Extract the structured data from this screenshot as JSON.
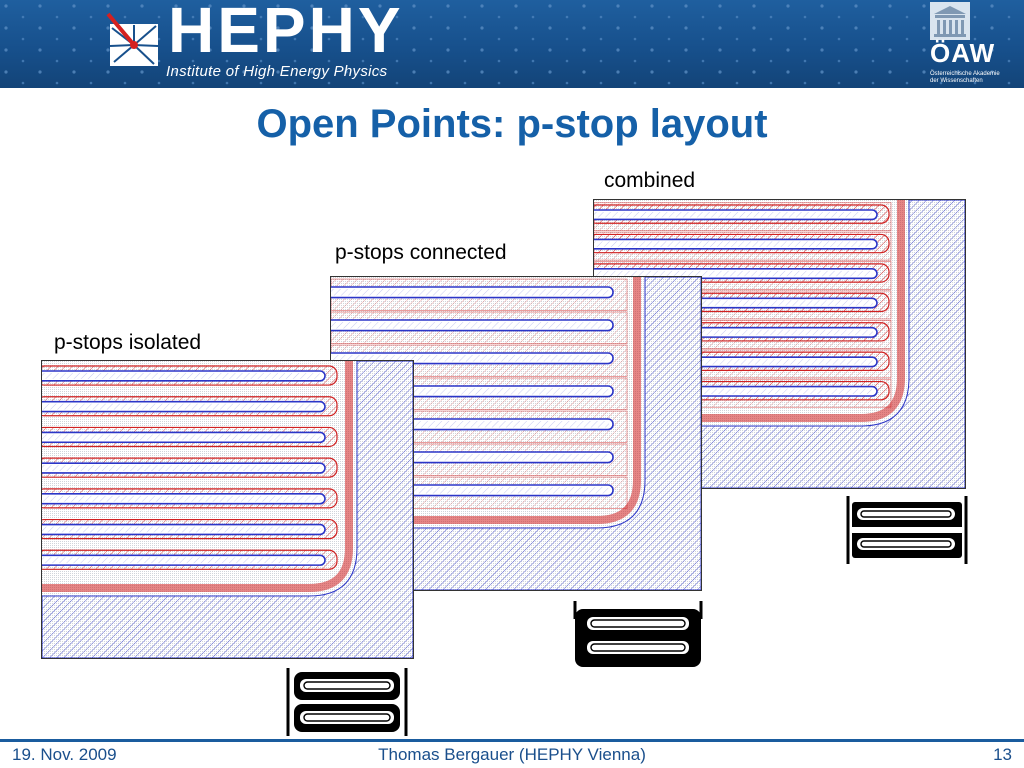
{
  "header": {
    "logo_text": "HEPHY",
    "logo_subtitle": "Institute of High Energy Physics",
    "academy_abbr": "ÖAW",
    "academy_name": "Österreichische Akademie der Wissenschaften"
  },
  "slide": {
    "title": "Open Points: p-stop layout",
    "panels": [
      {
        "id": "combined",
        "label": "combined"
      },
      {
        "id": "connected",
        "label": "p-stops connected"
      },
      {
        "id": "isolated",
        "label": "p-stops isolated"
      }
    ]
  },
  "colors": {
    "title": "#1560a8",
    "banner": "#17508c",
    "strip_blue": "#2b35c8",
    "pstop_red": "#d02020",
    "footer_text": "#1a4f8c"
  },
  "footer": {
    "date": "19. Nov. 2009",
    "author": "Thomas Bergauer (HEPHY Vienna)",
    "page": "13"
  }
}
